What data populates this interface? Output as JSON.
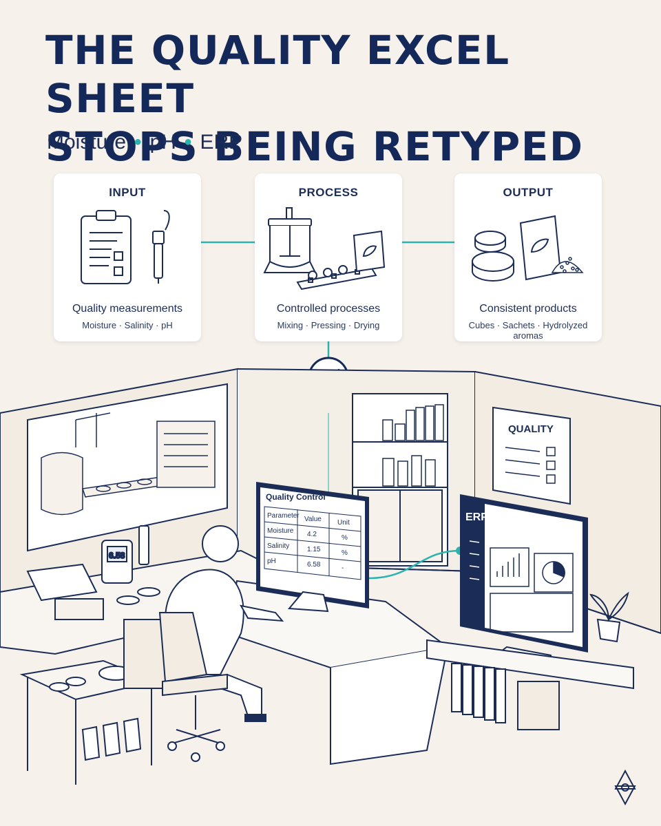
{
  "header": {
    "title_line1": "THE QUALITY EXCEL SHEET",
    "title_line2": "STOPS BEING RETYPED",
    "subtitle_parts": [
      "Moisture",
      "pH",
      "ERP"
    ],
    "subtitle_separator": "•"
  },
  "flow": {
    "input": {
      "title": "INPUT",
      "caption": "Quality measurements",
      "sub": "Moisture · Salinity · pH"
    },
    "process": {
      "title": "PROCESS",
      "caption": "Controlled processes",
      "sub": "Mixing · Pressing · Drying"
    },
    "output": {
      "title": "OUTPUT",
      "caption": "Consistent products",
      "sub": "Cubes · Sachets · Hydrolyzed aromas"
    }
  },
  "scene": {
    "quality_sign": "QUALITY",
    "meter_reading": "6.58",
    "qc_table": {
      "title": "Quality Control",
      "headers": [
        "Parameter",
        "Value",
        "Unit"
      ],
      "rows": [
        [
          "Moisture",
          "4.2",
          "%"
        ],
        [
          "Salinity",
          "1.15",
          "%"
        ],
        [
          "pH",
          "6.58",
          "-"
        ]
      ]
    },
    "erp_title": "ERP"
  },
  "icons": [
    "clipboard-icon",
    "probe-icon",
    "mixer-icon",
    "conveyor-icon",
    "bouillon-cube-icon",
    "sachet-icon",
    "checkmark-icon",
    "brand-logo-icon"
  ],
  "colors": {
    "navy": "#14295a",
    "teal": "#2bb3b0",
    "background": "#f6f1ea",
    "card": "#ffffff"
  }
}
